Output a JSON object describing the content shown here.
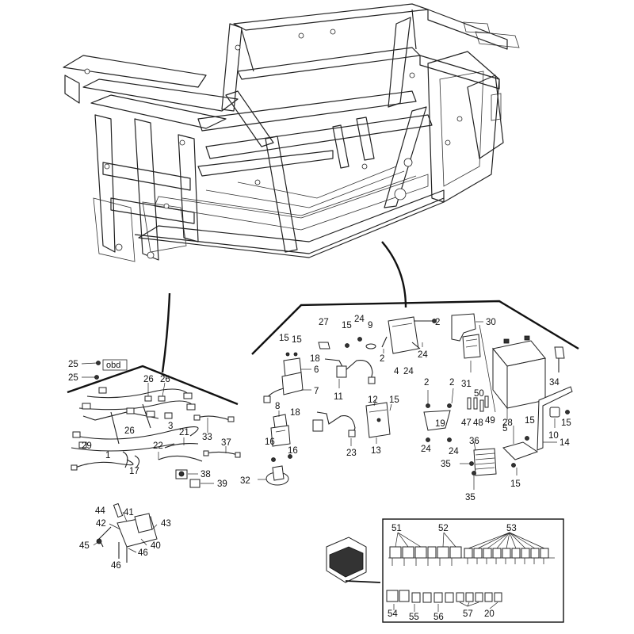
{
  "obd_label": "obd",
  "labels": {
    "l1": "1",
    "l2a": "2",
    "l2b": "2",
    "l2c": "2",
    "l2d": "2",
    "l3": "3",
    "l4": "4",
    "l5": "5",
    "l6": "6",
    "l7": "7",
    "l8": "8",
    "l9": "9",
    "l10": "10",
    "l11": "11",
    "l12": "12",
    "l13": "13",
    "l14": "14",
    "l15a": "15",
    "l15b": "15",
    "l15c": "15",
    "l15d": "15",
    "l15e": "15",
    "l15f": "15",
    "l15g": "15",
    "l16a": "16",
    "l16b": "16",
    "l17": "17",
    "l18a": "18",
    "l18b": "18",
    "l19": "19",
    "l20": "20",
    "l21": "21",
    "l22": "22",
    "l23": "23",
    "l24a": "24",
    "l24b": "24",
    "l24c": "24",
    "l24d": "24",
    "l24e": "24",
    "l25a": "25",
    "l25b": "25",
    "l26a": "26",
    "l26b": "26",
    "l26c": "26",
    "l27": "27",
    "l28": "28",
    "l29": "29",
    "l30": "30",
    "l31": "31",
    "l32": "32",
    "l33": "33",
    "l34": "34",
    "l35a": "35",
    "l35b": "35",
    "l36": "36",
    "l37": "37",
    "l38": "38",
    "l39": "39",
    "l40": "40",
    "l41": "41",
    "l42": "42",
    "l43": "43",
    "l44": "44",
    "l45": "45",
    "l46": "46",
    "l47": "47",
    "l48": "48",
    "l49": "49",
    "l50": "50",
    "l51": "51",
    "l52": "52",
    "l53": "53",
    "l54": "54",
    "l55": "55",
    "l56": "56",
    "l57": "57"
  }
}
